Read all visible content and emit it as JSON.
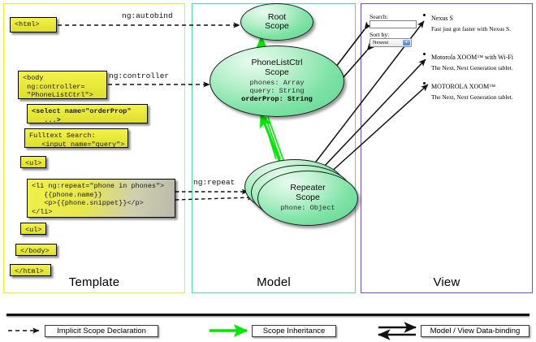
{
  "panels": {
    "template": {
      "label": "Template",
      "border_color": "#eded1f"
    },
    "model": {
      "label": "Model",
      "border_color": "#4ae0a0"
    },
    "view": {
      "label": "View",
      "border_color": "#6a4ddb"
    }
  },
  "template_boxes": [
    {
      "id": "html-open",
      "text": "<html>"
    },
    {
      "id": "body-open",
      "text": "<body\n ng:controller=\n \"PhoneListCtrl\">"
    },
    {
      "id": "select-tag",
      "text": "<select name=\"orderProp\"\n   ...>"
    },
    {
      "id": "search-tag",
      "text": "Fulltext Search:\n   <input name=\"query\">"
    },
    {
      "id": "ul-open",
      "text": "<ul>"
    },
    {
      "id": "li-repeat",
      "text": "<li ng:repeat=\"phone in phones\">\n   {{phone.name}}\n   <p>{{phone.snippet}}</p>\n</li>"
    },
    {
      "id": "ul-close",
      "text": "<ul>"
    },
    {
      "id": "body-close",
      "text": "</body>"
    },
    {
      "id": "html-close",
      "text": "</html>"
    }
  ],
  "edge_labels": {
    "autobind": "ng:autobind",
    "controller": "ng:controller",
    "repeat": "ng:repeat"
  },
  "scopes": [
    {
      "id": "root",
      "title_line1": "Root",
      "title_line2": "Scope",
      "props": []
    },
    {
      "id": "ctrl",
      "title_line1": "PhoneListCtrl",
      "title_line2": "Scope",
      "props": [
        {
          "text": "phones: Array",
          "bold": false
        },
        {
          "text": "query: String",
          "bold": false
        },
        {
          "text": "orderProp: String",
          "bold": true
        }
      ]
    },
    {
      "id": "repeater",
      "title_line1": "Repeater",
      "title_line2": "Scope",
      "props": [
        {
          "text": "phone: Object",
          "bold": false
        }
      ]
    }
  ],
  "view": {
    "search_label": "Search:",
    "search_value": "",
    "sort_label": "Sort by:",
    "sort_selected": "Newest",
    "phones": [
      {
        "name": "Nexus S",
        "snippet": "Fast just got faster with Nexus S."
      },
      {
        "name": "Motorola XOOM™  with Wi-Fi",
        "snippet": "The Next, Next Generation tablet."
      },
      {
        "name": "MOTOROLA XOOM™",
        "snippet": "The Next, Next Generation tablet."
      }
    ]
  },
  "legend": [
    {
      "id": "implicit",
      "label": "Implicit Scope Declaration",
      "style": "dashed-arrow",
      "color": "#111111"
    },
    {
      "id": "inheritance",
      "label": "Scope Inheritance",
      "style": "green-arrow",
      "color": "#00e800"
    },
    {
      "id": "databinding",
      "label": "Model / View Data-binding",
      "style": "double-arrow",
      "color": "#111111"
    }
  ]
}
